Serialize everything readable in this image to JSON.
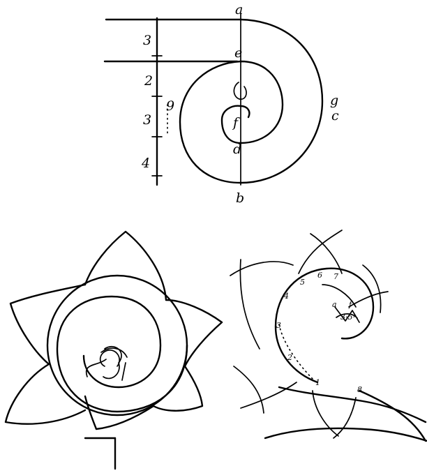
{
  "figure_top": {
    "point_labels": [
      "a",
      "e",
      "g",
      "f",
      "d",
      "b",
      "c"
    ],
    "scale_numbers": [
      "3",
      "2",
      "3",
      "4"
    ],
    "extra_mark": "9"
  },
  "figure_right": {
    "point_numbers": [
      "1",
      "2",
      "3",
      "4",
      "5",
      "6",
      "7",
      "8"
    ],
    "inset_marks": [
      "a",
      "3·5·",
      "f"
    ]
  },
  "colors": {
    "ink": "#000000",
    "paper": "#ffffff"
  }
}
